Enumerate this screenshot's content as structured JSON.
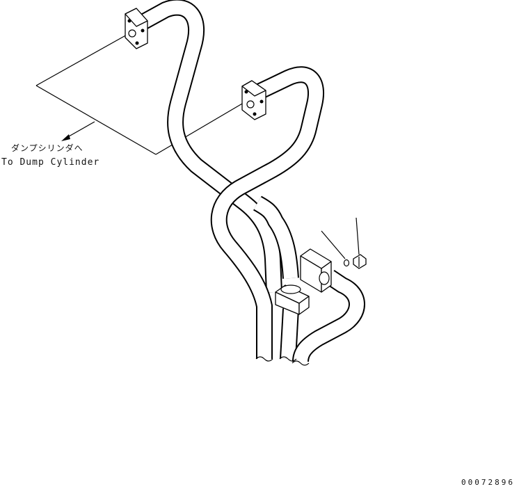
{
  "callouts": {
    "destination_jp": "ダンプシリンダへ",
    "destination_en": "To Dump Cylinder"
  },
  "drawing_number": "00072896"
}
